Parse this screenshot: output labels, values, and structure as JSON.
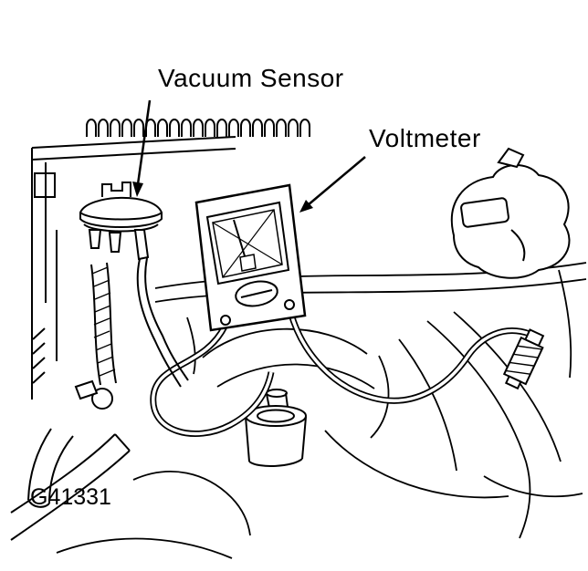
{
  "labels": {
    "vacuum_sensor": "Vacuum Sensor",
    "voltmeter": "Voltmeter"
  },
  "figure": {
    "code": "G41331"
  },
  "colors": {
    "ink": "#000000",
    "paper": "#ffffff"
  }
}
